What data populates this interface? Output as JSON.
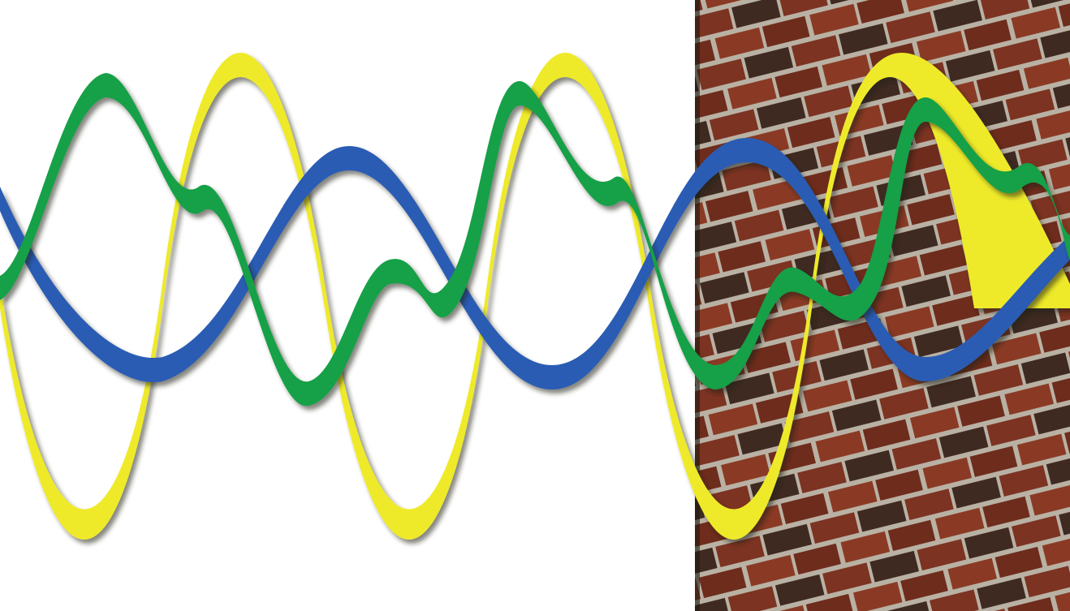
{
  "composition": {
    "background_left": "plain-white",
    "background_right": "red-brick-wall",
    "colors": {
      "white": "#ffffff",
      "mortar": "#b9b2a4",
      "brick": "#8a3a24",
      "brick_alt": "#6e2c1c",
      "brick_dark": "#3f2a22",
      "yellow_wave": "#eeea2a",
      "blue_wave": "#2b5bb4",
      "green_wave": "#17a046",
      "shadow": "#1e1a10"
    }
  },
  "waves": [
    {
      "name": "yellow-wave",
      "color": "#eeea2a",
      "period_ratio": 0.344,
      "amplitude_ratio": 0.45
    },
    {
      "name": "blue-wave",
      "color": "#2b5bb4",
      "period_ratio": 0.33,
      "amplitude_ratio": 0.19
    },
    {
      "name": "green-wave",
      "color": "#17a046",
      "period_ratio": 0.37,
      "amplitude_ratio": 0.18
    }
  ]
}
